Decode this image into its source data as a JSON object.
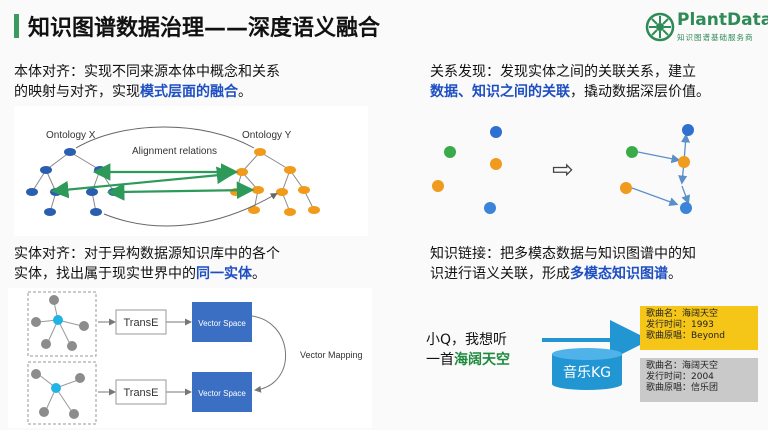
{
  "title": "知识图谱数据治理——深度语义融合",
  "logo": {
    "name": "PlantData",
    "tagline": "知识图谱基础服务商"
  },
  "colors": {
    "accent": "#3a9b5c",
    "highlight": "#1e4fc2",
    "kg_blue": "#2196d3",
    "card_yellow": "#f5c518",
    "card_gray": "#c9c9c9"
  },
  "ontology": {
    "line1": "本体对齐：实现不同来源本体中概念和关系",
    "line2_pre": "的映射与对齐，实现",
    "line2_hl": "模式层面的融合",
    "line2_post": "。",
    "diagram": {
      "left_label": "Ontology X",
      "right_label": "Ontology Y",
      "mid_label": "Alignment relations"
    }
  },
  "relation": {
    "line1": "关系发现：发现实体之间的关联关系，建立",
    "line2_hl": "数据、知识之间的关联",
    "line2_post": "，撬动数据深层价值。",
    "arrow": "⇨"
  },
  "entity": {
    "line1": "实体对齐：对于异构数据源知识库中的各个",
    "line2_pre": "实体，找出属于现实世界中的",
    "line2_hl": "同一实体",
    "line2_post": "。",
    "diagram": {
      "transe_top": "TransE",
      "transe_bottom": "TransE",
      "vs_top": "Vector Space",
      "vs_bottom": "Vector Space",
      "mapping": "Vector Mapping"
    }
  },
  "knowledge_link": {
    "line1": "知识链接：把多模态数据与知识图谱中的知",
    "line2_pre": "识进行语义关联，形成",
    "line2_hl": "多模态知识图谱",
    "line2_post": "。",
    "query_line1": "小Q，我想听",
    "query_line2_pre": "一首",
    "query_song": "海阔天空",
    "kg_label": "音乐KG",
    "card1": {
      "line1": "歌曲名：海阔天空",
      "line2": "发行时间：1993",
      "line3": "歌曲原唱：Beyond"
    },
    "card2": {
      "line1": "歌曲名：海阔天空",
      "line2": "发行时间：2004",
      "line3": "歌曲原唱：信乐团"
    }
  }
}
